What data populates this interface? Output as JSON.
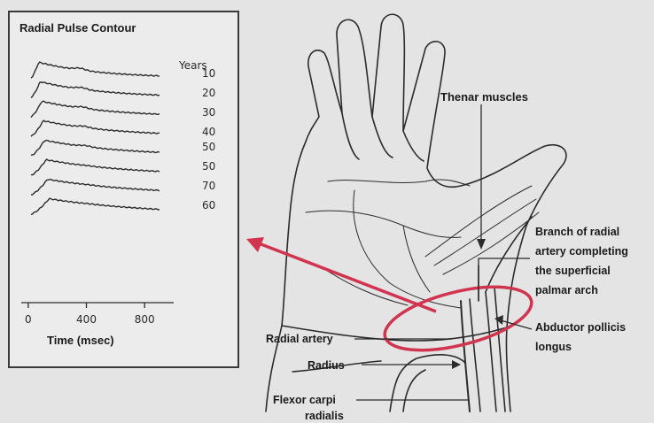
{
  "panel": {
    "title": "Radial Pulse Contour",
    "years_header": "Years",
    "x_label": "Time (msec)"
  },
  "chart_data": {
    "type": "line",
    "title": "Radial Pulse Contour",
    "xlabel": "Time (msec)",
    "ylabel": "",
    "x_ticks": [
      "0",
      "400",
      "800"
    ],
    "x_tick_values": [
      0,
      400,
      800
    ],
    "xlim": [
      -60,
      1000
    ],
    "legend_title": "Years",
    "series": [
      {
        "name": "10"
      },
      {
        "name": "20"
      },
      {
        "name": "30"
      },
      {
        "name": "40"
      },
      {
        "name": "50"
      },
      {
        "name": "50"
      },
      {
        "name": "70"
      },
      {
        "name": "60"
      }
    ],
    "grid": false
  },
  "anatomy": {
    "thenar": "Thenar muscles",
    "branch_1": "Branch of radial",
    "branch_2": "artery completing",
    "branch_3": "the superficial",
    "branch_4": "palmar arch",
    "abductor_1": "Abductor pollicis",
    "abductor_2": "longus",
    "radial_artery": "Radial artery",
    "radius": "Radius",
    "flexor_1": "Flexor carpi",
    "flexor_2": "radialis"
  },
  "colors": {
    "highlight": "#d1344e",
    "ink": "#2b2b2b",
    "panel_border": "#3a3a3a"
  }
}
